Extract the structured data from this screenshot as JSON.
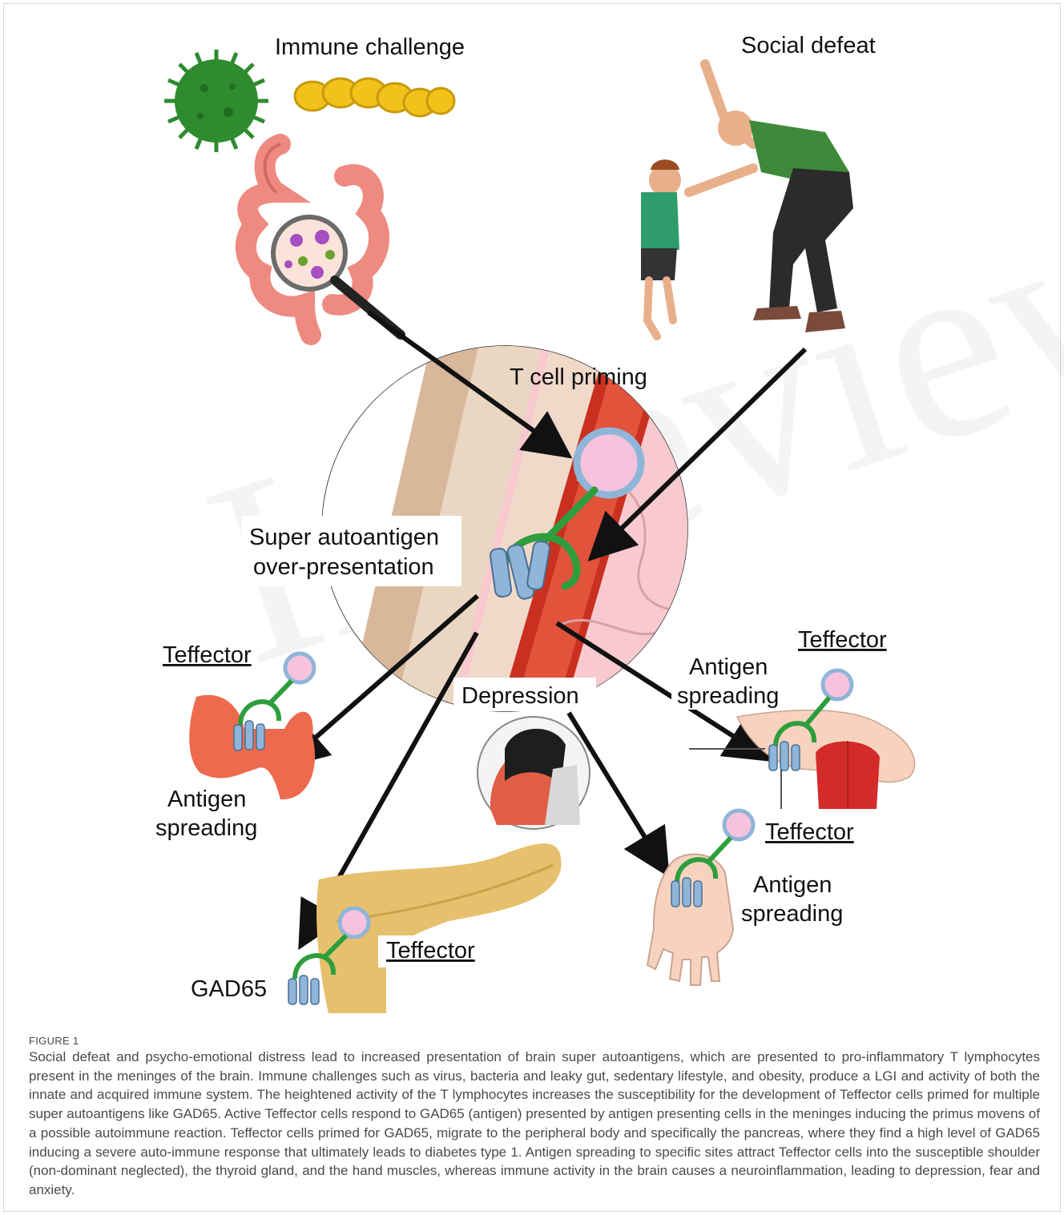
{
  "figure": {
    "labels": {
      "immune_challenge": "Immune challenge",
      "social_defeat": "Social defeat",
      "t_cell_priming": "T cell priming",
      "super_autoantigen_line1": "Super autoantigen",
      "super_autoantigen_line2": "over-presentation",
      "depression": "Depression",
      "teffector": "Teffector",
      "antigen": "Antigen",
      "spreading": "spreading",
      "gad65": "GAD65"
    },
    "watermark": "In review"
  },
  "caption": {
    "figure_number": "FIGURE 1",
    "text": "Social defeat and psycho-emotional distress lead to increased presentation of brain super autoantigens, which are presented to pro-inflammatory T lymphocytes present in the meninges of the brain. Immune challenges such as virus, bacteria and leaky gut, sedentary lifestyle, and obesity, produce a LGI and activity of both the innate and acquired immune system. The heightened activity of the T lymphocytes increases the susceptibility for the development of Teffector cells primed for multiple super autoantigens like GAD65. Active Teffector cells respond to GAD65 (antigen) presented by antigen presenting cells in the meninges inducing the primus movens of a possible autoimmune reaction. Teffector cells primed for GAD65, migrate to the peripheral body and specifically the pancreas, where they find a high level of GAD65 inducing a severe auto-immune response that ultimately leads to diabetes type 1. Antigen spreading to specific sites attract Teffector cells into the susceptible shoulder (non-dominant neglected), the thyroid gland, and the hand muscles, whereas immune activity in the brain causes a neuroinflammation, leading to depression, fear and anxiety."
  },
  "colors": {
    "virus": "#2e8b2e",
    "bacteria": "#f2c21b",
    "gut": "#ee8a80",
    "shirt": "#3f8a3a",
    "boy_shirt": "#2f9c6c",
    "brain_pink": "#f8c9cf",
    "vessel_red": "#c9301f",
    "tcell_pink": "#f6c2dd",
    "receptor_green": "#2e9e3c",
    "mhc_blue": "#8fb5d9",
    "thyroid": "#ee6a4e",
    "pancreas": "#e6c06c",
    "hand": "#f7d3bf",
    "shoulder_red": "#d42a2a",
    "arrow": "#111111",
    "text": "#4a4a4a"
  }
}
